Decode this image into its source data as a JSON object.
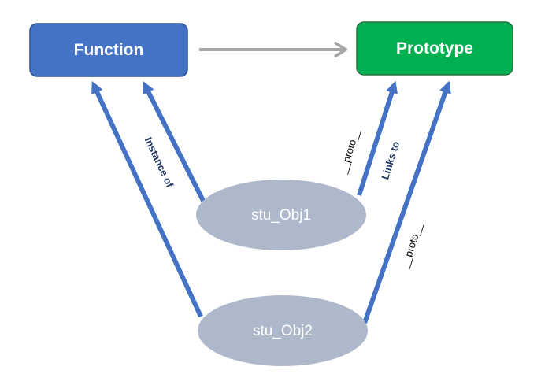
{
  "nodes": {
    "function": {
      "label": "Function"
    },
    "prototype": {
      "label": "Prototype"
    },
    "obj1": {
      "label": "stu_Obj1"
    },
    "obj2": {
      "label": "stu_Obj2"
    }
  },
  "edges": {
    "instance_of": {
      "label": "Instance of"
    },
    "links_to": {
      "label": "Links to"
    },
    "proto_obj1": {
      "label": "__proto__"
    },
    "proto_obj2": {
      "label": "__proto__"
    }
  },
  "colors": {
    "function_box": "#4472c4",
    "prototype_box": "#00b050",
    "object_ellipse": "#adb9ca",
    "blue_arrow": "#4472c4",
    "gray_arrow": "#a6a6a6",
    "label_dark_blue": "#203864"
  }
}
